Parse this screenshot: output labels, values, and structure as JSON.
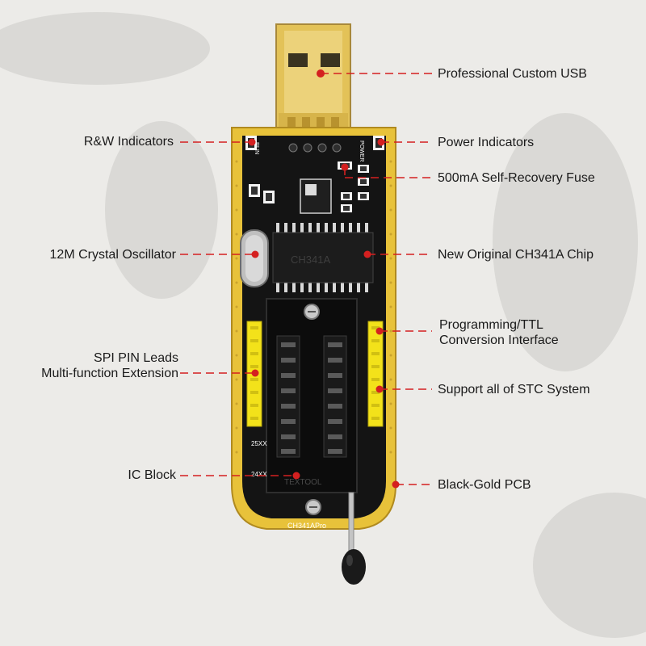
{
  "colors": {
    "background": "#ecebe8",
    "pcb_gold": "#e8c23a",
    "pcb_black": "#141414",
    "callout_red": "#d42020",
    "header_yellow": "#f3e21a"
  },
  "board": {
    "usb_pin_labels": [
      "RUN",
      "POWER"
    ],
    "silkscreen": {
      "chip_marking": "CH341A",
      "socket_marks": [
        "25XX",
        "24XX"
      ],
      "brand_text": "CH341APro",
      "side_mark": "TEXTOOL"
    }
  },
  "callouts": {
    "usb": "Professional Custom USB",
    "rw_indicators": "R&W Indicators",
    "power_indicators": "Power Indicators",
    "fuse": "500mA Self-Recovery Fuse",
    "crystal": "12M Crystal Oscillator",
    "chip": "New Original CH341A Chip",
    "programming_line1": "Programming/TTL",
    "programming_line2": "Conversion Interface",
    "spi_line1": "SPI PIN Leads",
    "spi_line2": "Multi-function Extension",
    "stc": "Support all of STC System",
    "ic_block": "IC Block",
    "pcb": "Black-Gold PCB"
  }
}
